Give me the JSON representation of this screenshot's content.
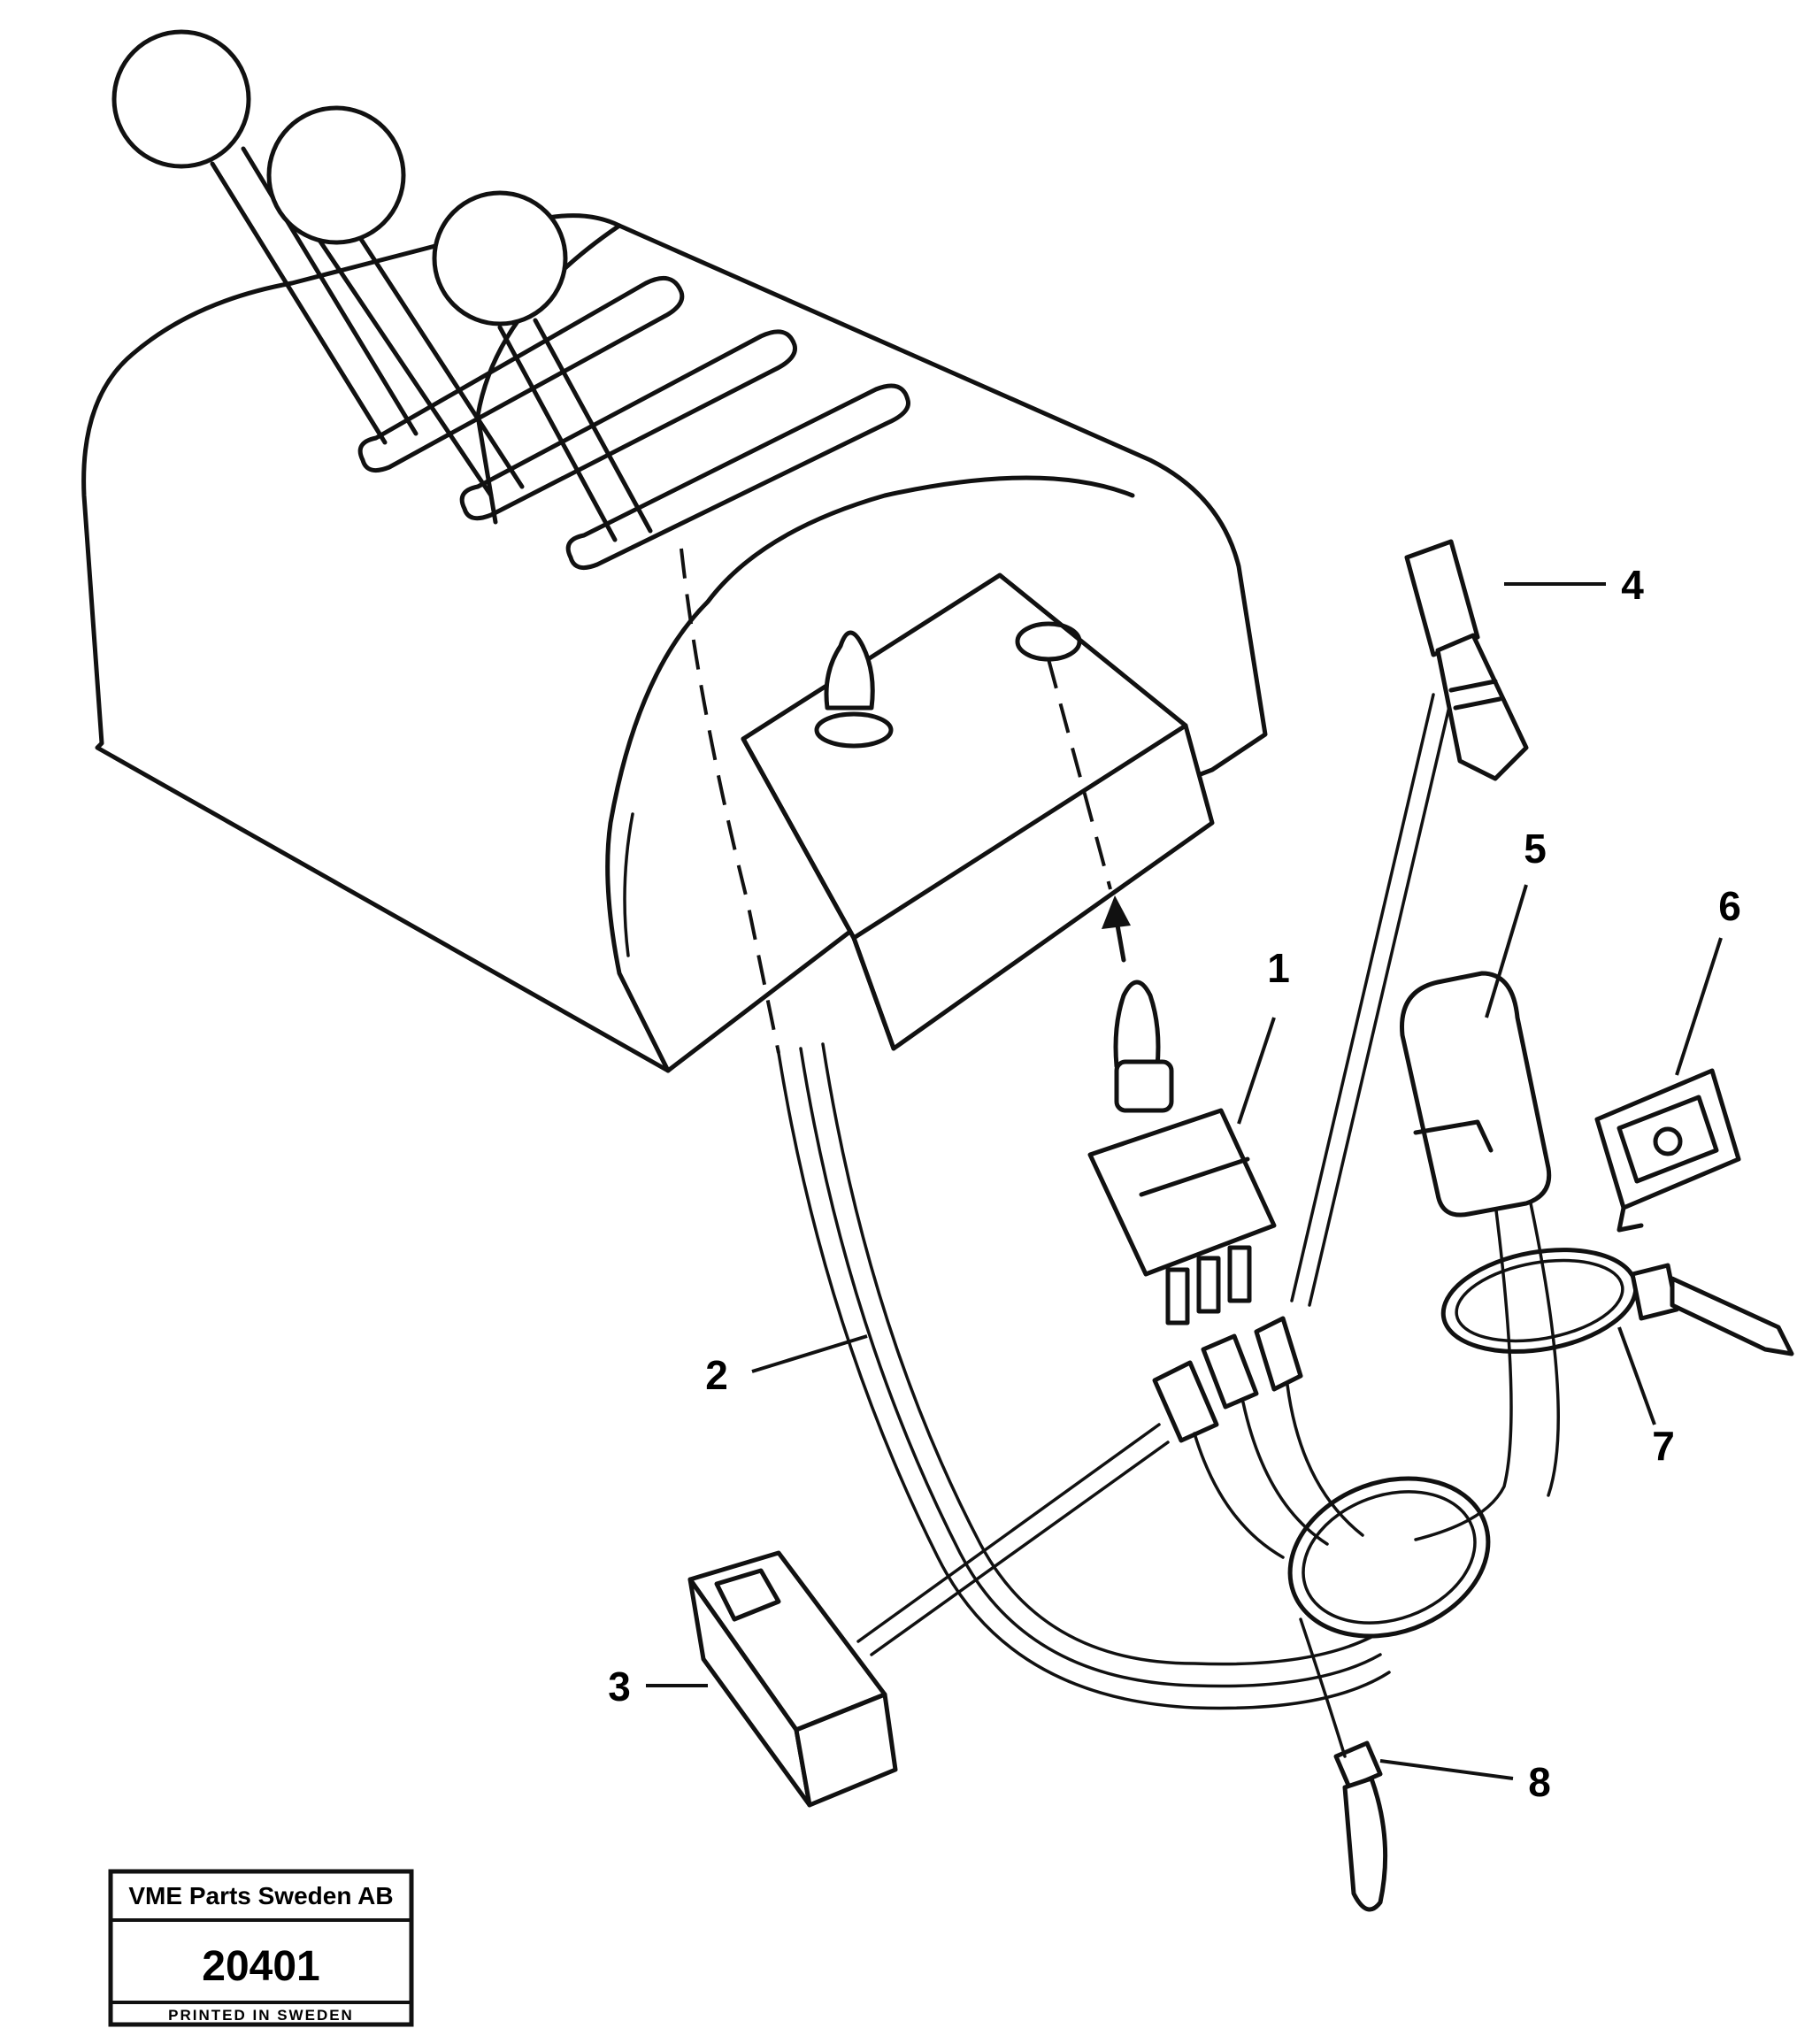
{
  "callouts": [
    {
      "id": "1",
      "label": "1"
    },
    {
      "id": "2",
      "label": "2"
    },
    {
      "id": "3",
      "label": "3"
    },
    {
      "id": "4",
      "label": "4"
    },
    {
      "id": "5",
      "label": "5"
    },
    {
      "id": "6",
      "label": "6"
    },
    {
      "id": "7",
      "label": "7"
    },
    {
      "id": "8",
      "label": "8"
    }
  ],
  "title_block": {
    "company": "VME Parts Sweden AB",
    "number": "20401",
    "footer": "PRINTED IN SWEDEN"
  }
}
